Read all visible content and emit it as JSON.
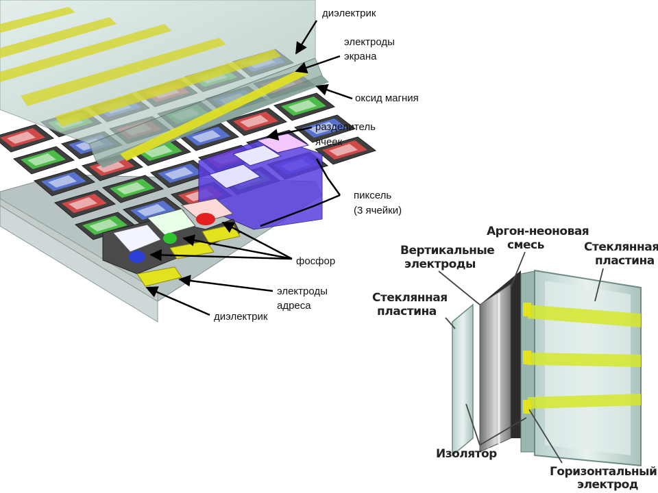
{
  "left_diagram": {
    "labels": {
      "dielectric_top": "диэлектрик",
      "screen_electrodes_1": "электроды",
      "screen_electrodes_2": "экрана",
      "magnesium_oxide": "оксид магния",
      "cell_separator_1": "разделитель",
      "cell_separator_2": "ячеек",
      "pixel_1": "пиксель",
      "pixel_2": "(3 ячейки)",
      "phosphor": "фосфор",
      "address_electrodes_1": "электроды",
      "address_electrodes_2": "адреса",
      "dielectric_bottom": "диэлектрик"
    }
  },
  "right_diagram": {
    "labels": {
      "argon_neon_1": "Аргон-неоновая",
      "argon_neon_2": "смесь",
      "vertical_electrodes_1": "Вертикальные",
      "vertical_electrodes_2": "электроды",
      "glass_plate_right_1": "Стеклянная",
      "glass_plate_right_2": "пластина",
      "glass_plate_left_1": "Стеклянная",
      "glass_plate_left_2": "пластина",
      "insulator": "Изолятор",
      "horizontal_electrode_1": "Горизонтальный",
      "horizontal_electrode_2": "электрод"
    }
  },
  "colors": {
    "cell_red": "#e94b4b",
    "cell_green": "#4fd14a",
    "cell_blue": "#5a7be8",
    "pixel_highlight": "#5b3fe0",
    "electrode_yellow": "#e2e21e",
    "glass": "#a8c8c8"
  }
}
